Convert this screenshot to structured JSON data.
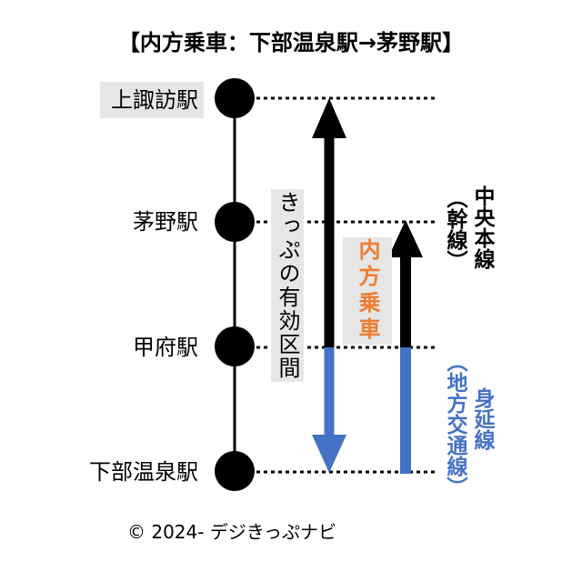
{
  "title": "【内方乗車：下部温泉駅→茅野駅】",
  "stations": [
    {
      "name": "上諏訪駅"
    },
    {
      "name": "茅野駅"
    },
    {
      "name": "甲府駅"
    },
    {
      "name": "下部温泉駅"
    }
  ],
  "valid_section_label": "きっぷの有効区間",
  "ride_label": "内方乗車",
  "lines": {
    "chuo": {
      "name": "中央本線",
      "category": "（幹線）"
    },
    "minobu": {
      "name": "身延線",
      "category": "（地方交通線）"
    }
  },
  "footer": "© 2024- デジきっぷナビ",
  "colors": {
    "main_line": "#000000",
    "local_line": "#4472c4",
    "ride_label": "#ed7d31",
    "label_box": "#e6e6e6"
  }
}
